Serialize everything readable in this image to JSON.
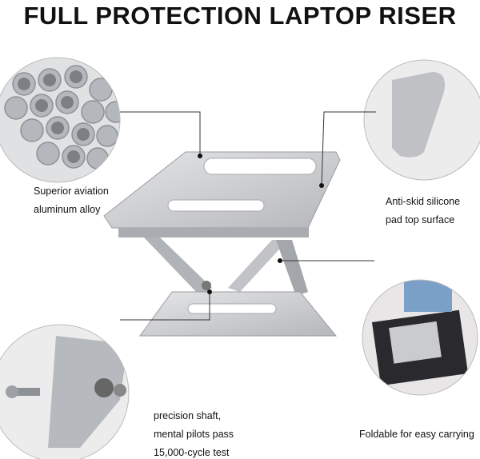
{
  "title": "FULL PROTECTION LAPTOP RISER",
  "features": [
    {
      "lines": [
        "Superior aviation",
        "aluminum alloy"
      ]
    },
    {
      "lines": [
        "Anti-skid silicone",
        "pad top surface"
      ]
    },
    {
      "lines": [
        "precision shaft,",
        "mental pilots pass",
        "15,000-cycle test"
      ]
    },
    {
      "lines": [
        "Foldable for easy carrying"
      ]
    }
  ],
  "colors": {
    "aluminum": "#c9cbce",
    "aluminum_dark": "#9a9ca0",
    "text": "#111111"
  }
}
